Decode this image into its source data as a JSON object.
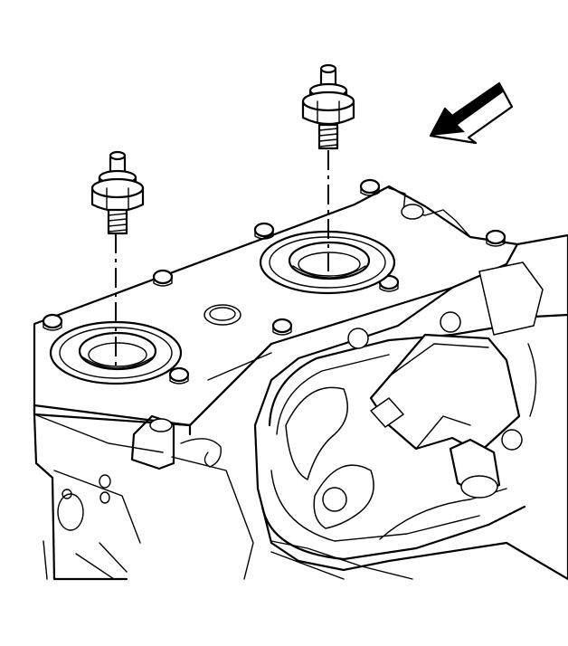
{
  "diagram": {
    "kind": "exploded-view",
    "parts": [
      {
        "id": "knock-sensor-left",
        "icon": "knock-sensor-icon"
      },
      {
        "id": "knock-sensor-right",
        "icon": "knock-sensor-icon"
      }
    ],
    "indicator": {
      "icon": "front-arrow-icon",
      "direction": "down-left"
    }
  }
}
